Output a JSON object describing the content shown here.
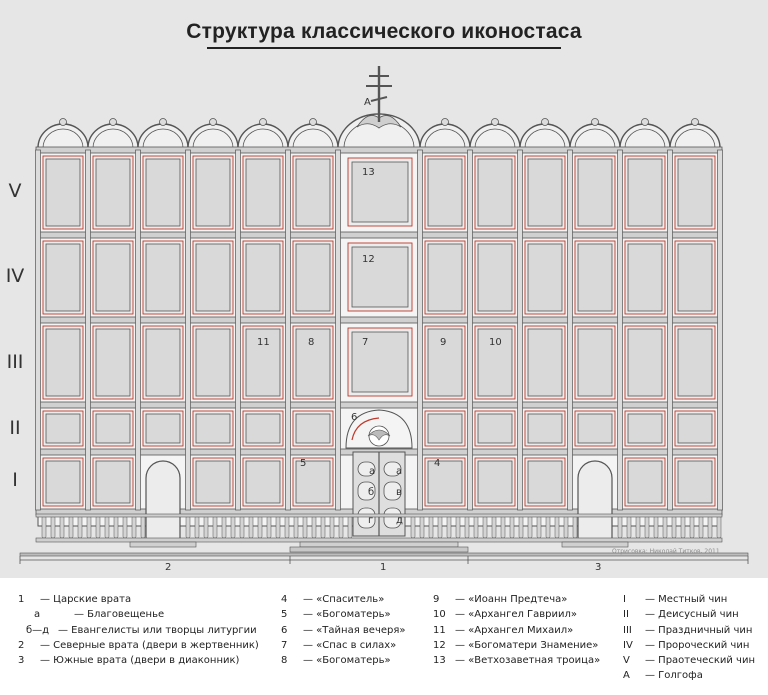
{
  "title": "Структура классического иконостаса",
  "credit": "Отрисовка: Николай Титков, 2011",
  "tiers": [
    "V",
    "IV",
    "III",
    "II",
    "I"
  ],
  "calvary_label": "А",
  "panel_numbers": {
    "n13": "13",
    "n12": "12",
    "n7": "7",
    "n11": "11",
    "n8": "8",
    "n9": "9",
    "n10": "10",
    "n6": "6",
    "n5": "5",
    "n4": "4"
  },
  "door_letters": [
    "а",
    "а",
    "б",
    "в",
    "г",
    "д"
  ],
  "section_numbers": [
    "2",
    "1",
    "3"
  ],
  "legend": {
    "col1": [
      {
        "key": "1",
        "text": "— Царские врата"
      },
      {
        "key": "а",
        "text": "— Благовещенье"
      },
      {
        "key": "б—д",
        "text": "— Евангелисты или творцы литургии"
      },
      {
        "key": "2",
        "text": "— Северные врата (двери в жертвенник)"
      },
      {
        "key": "3",
        "text": "— Южные врата (двери в диаконник)"
      }
    ],
    "col2": [
      {
        "key": "4",
        "text": "— «Спаситель»"
      },
      {
        "key": "5",
        "text": "— «Богоматерь»"
      },
      {
        "key": "6",
        "text": "— «Тайная вечеря»"
      },
      {
        "key": "7",
        "text": "— «Спас в силах»"
      },
      {
        "key": "8",
        "text": "— «Богоматерь»"
      }
    ],
    "col3": [
      {
        "key": "9",
        "text": "— «Иоанн Предтеча»"
      },
      {
        "key": "10",
        "text": "— «Архангел Гавриил»"
      },
      {
        "key": "11",
        "text": "— «Архангел Михаил»"
      },
      {
        "key": "12",
        "text": "— «Богоматери Знамение»"
      },
      {
        "key": "13",
        "text": "— «Ветхозаветная троица»"
      }
    ],
    "col4": [
      {
        "key": "I",
        "text": "— Местный чин"
      },
      {
        "key": "II",
        "text": "— Деисусный чин"
      },
      {
        "key": "III",
        "text": "— Праздничный чин"
      },
      {
        "key": "IV",
        "text": "— Пророческий чин"
      },
      {
        "key": "V",
        "text": "— Праотеческий чин"
      },
      {
        "key": "А",
        "text": "— Голгофа"
      }
    ]
  },
  "colors": {
    "frame": "#555555",
    "panel": "#d9d9d9",
    "accent": "#c0392b",
    "background": "#e6e6e6"
  }
}
